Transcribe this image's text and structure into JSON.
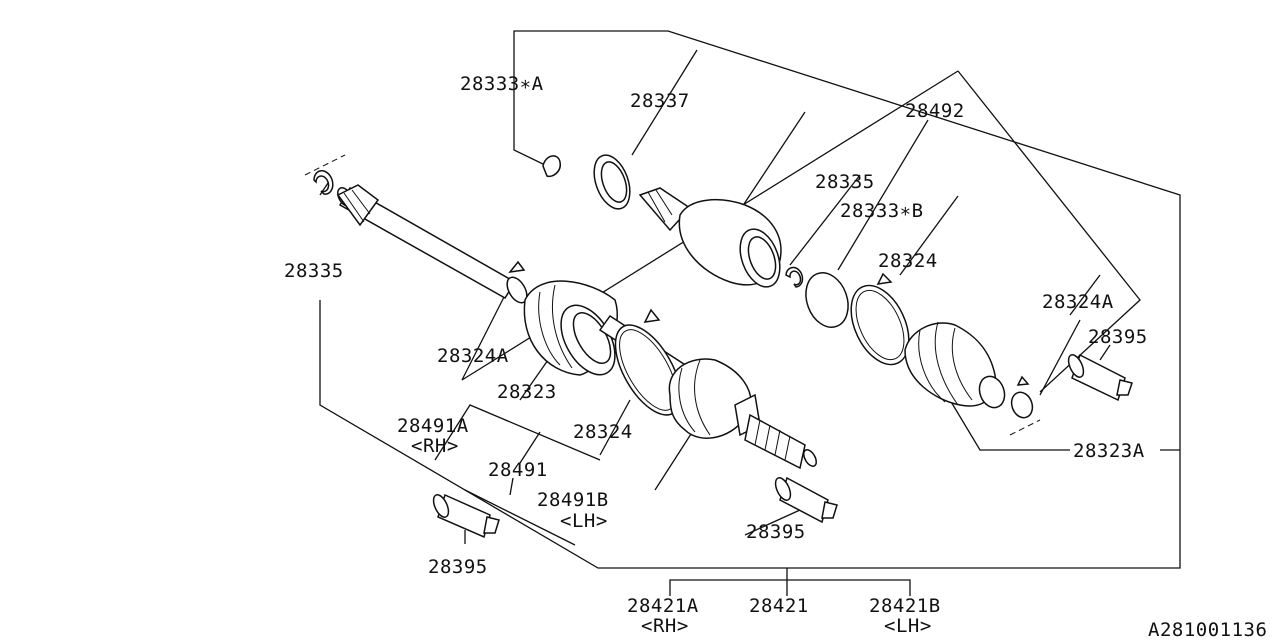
{
  "diagram_id": "A281001136",
  "labels": {
    "p28333A": "28333∗A",
    "p28337": "28337",
    "p28492": "28492",
    "p28335_upper": "28335",
    "p28333B": "28333∗B",
    "p28324_upper": "28324",
    "p28324A_upper": "28324A",
    "p28395_right": "28395",
    "p28323A": "28323A",
    "p28335_left": "28335",
    "p28324A_left": "28324A",
    "p28323": "28323",
    "p28324_lower": "28324",
    "p28491A": "28491A",
    "p28491A_sub": "<RH>",
    "p28491": "28491",
    "p28491B": "28491B",
    "p28491B_sub": "<LH>",
    "p28395_center": "28395",
    "p28395_left": "28395",
    "p28421A": "28421A",
    "p28421A_sub": "<RH>",
    "p28421": "28421",
    "p28421B": "28421B",
    "p28421B_sub": "<LH>"
  }
}
